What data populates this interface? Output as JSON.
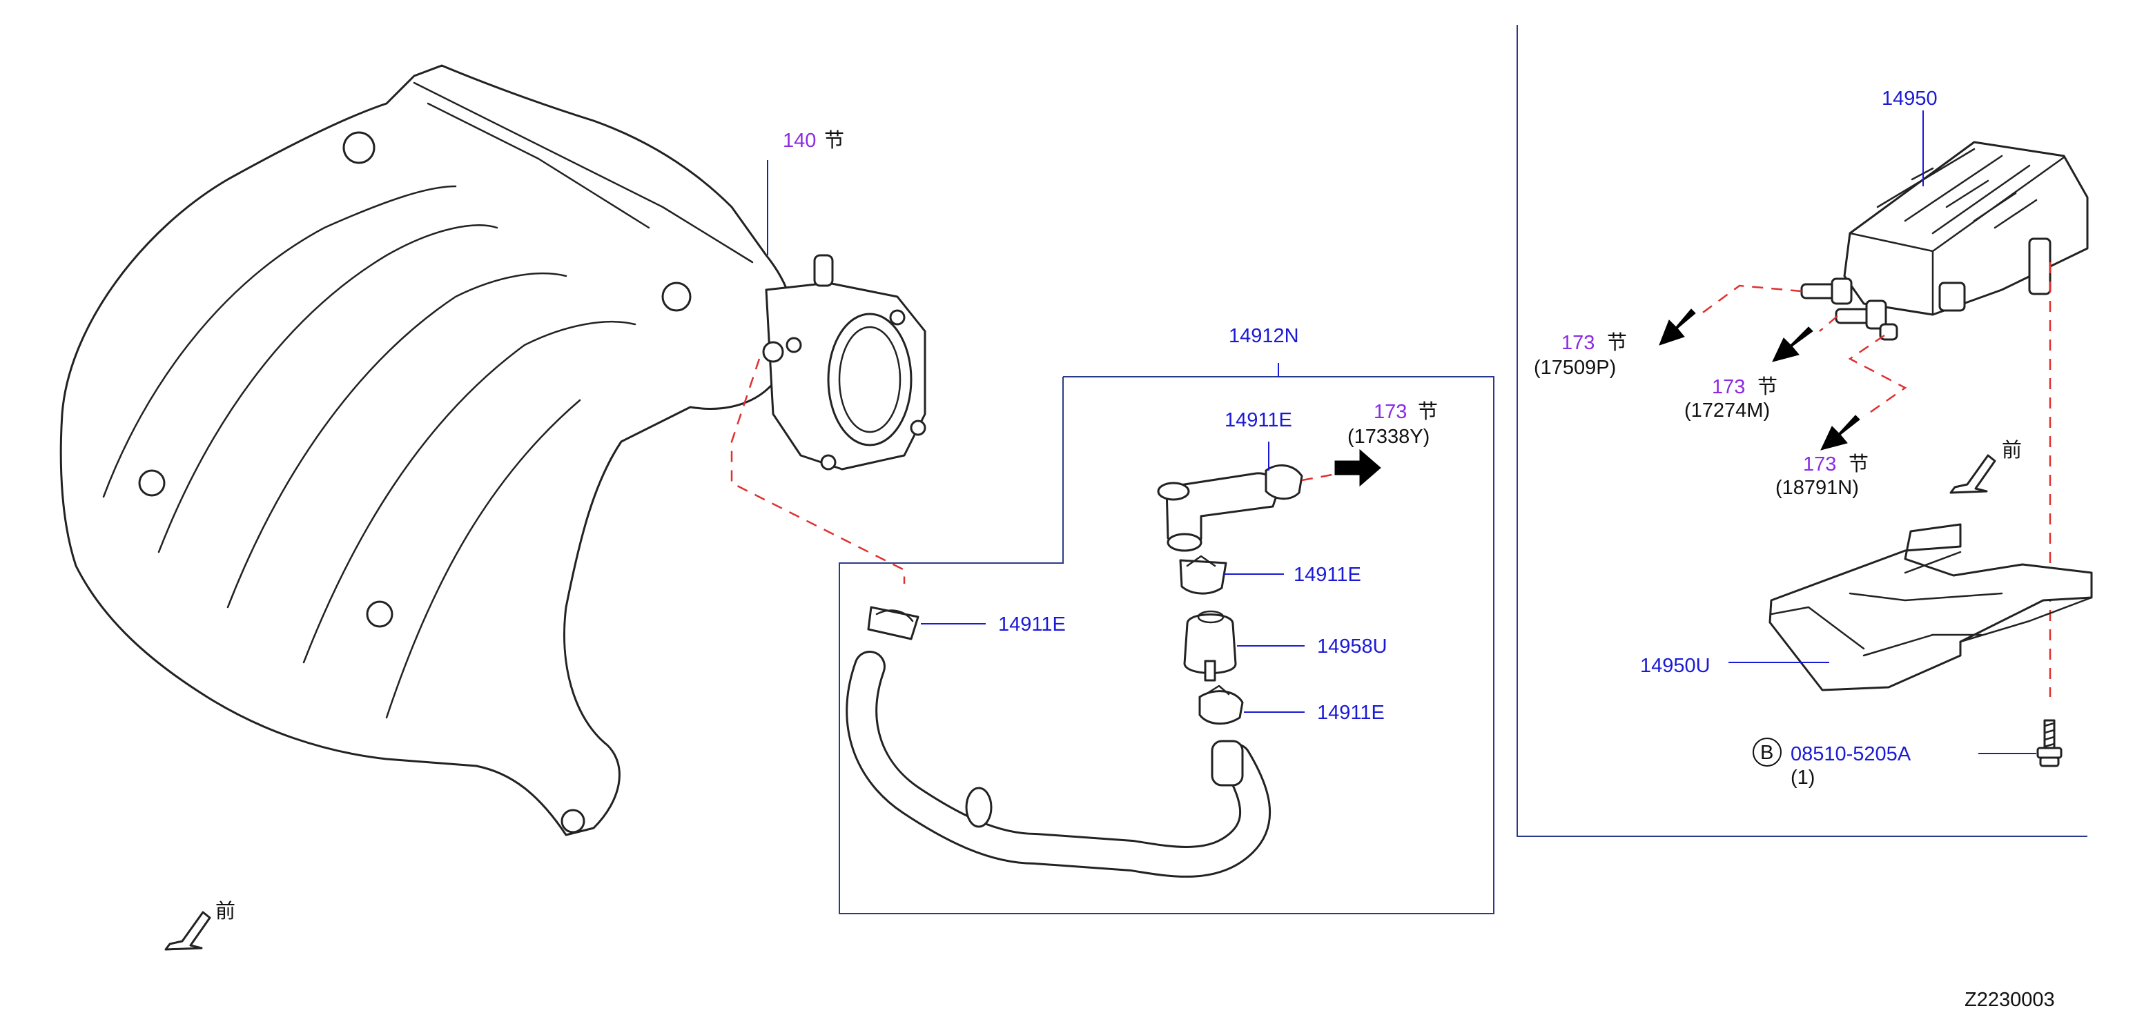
{
  "diagram_code": "Z2230003",
  "front_mark": "前",
  "ref_mark": "节",
  "callouts": {
    "intake_ref": {
      "num": "140",
      "mark": "节"
    },
    "hose_assy": "14912N",
    "clamp_top": "14911E",
    "clamp_mid": "14911E",
    "clamp_left": "14911E",
    "clamp_low": "14911E",
    "valve": "14958U",
    "ref_17338": {
      "num": "173",
      "mark": "节",
      "code": "(17338Y)"
    },
    "canister": "14950",
    "ref_17509": {
      "num": "173",
      "mark": "节",
      "code": "(17509P)"
    },
    "ref_17274": {
      "num": "173",
      "mark": "节",
      "code": "(17274M)"
    },
    "ref_18791": {
      "num": "173",
      "mark": "节",
      "code": "(18791N)"
    },
    "bracket": "14950U",
    "bolt": {
      "badge": "B",
      "num": "08510-5205A",
      "qty": "(1)"
    }
  }
}
